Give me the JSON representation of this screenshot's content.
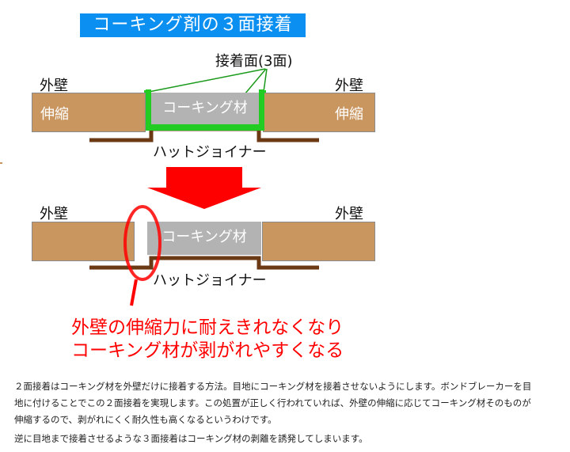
{
  "title": "コーキング剤の３面接着",
  "diagram_top": {
    "contact_surfaces_label": "接着面(3面)",
    "wall_left_label": "外壁",
    "wall_right_label": "外壁",
    "expansion_left": "伸縮",
    "expansion_right": "伸縮",
    "caulking_label": "コーキング材",
    "joiner_label": "ハットジョイナー"
  },
  "diagram_bottom": {
    "wall_left_label": "外壁",
    "wall_right_label": "外壁",
    "caulking_label": "コーキング材",
    "joiner_label": "ハットジョイナー"
  },
  "warning": {
    "line1": "外壁の伸縮力に耐えきれなくなり",
    "line2": "コーキング材が剥がれやすくなる"
  },
  "colors": {
    "title_bg": "#0b8ff0",
    "wall": "#c99660",
    "caulking": "#b3b3b3",
    "bond_surface": "#22cc22",
    "joiner": "#6b3a14",
    "arrow_yellow": "#ffff00",
    "alert_red": "#ff0000"
  },
  "body": {
    "paragraph1": "２面接着はコーキング材を外壁だけに接着する方法。目地にコーキング材を接着させないようにします。ボンドブレーカーを目地に付けることでこの２面接着を実現します。この処置が正しく行われていれば、外壁の伸縮に応じてコーキング材そのものが伸縮するので、剥がれにくく耐久性も高くなるというわけです。",
    "paragraph2": "逆に目地まで接着させるような３面接着はコーキング材の剥離を誘発してしまいます。"
  }
}
